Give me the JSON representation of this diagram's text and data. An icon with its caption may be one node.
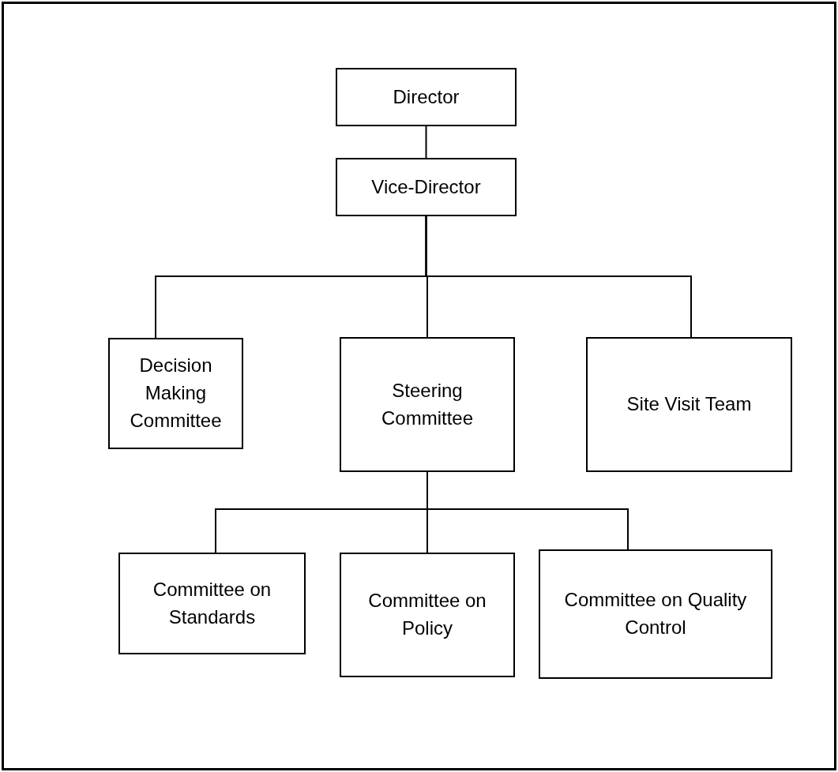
{
  "diagram": {
    "nodes": [
      {
        "text": [
          "Director"
        ]
      },
      {
        "text": [
          "Vice-Director"
        ]
      },
      {
        "text": [
          "Decision Making Committee"
        ]
      },
      {
        "text": [
          "Steering Committee"
        ]
      },
      {
        "text": [
          "Site Visit Team"
        ]
      },
      {
        "text": [
          "Committee on Standards"
        ]
      },
      {
        "text": [
          "Committee on Policy"
        ]
      },
      {
        "text": [
          "Committee on Quality Control"
        ]
      }
    ],
    "edges": [
      {
        "from": 0,
        "to": 1,
        "arrow": "none"
      },
      {
        "from": 1,
        "to": 2,
        "arrow": "none"
      },
      {
        "from": 1,
        "to": 3,
        "arrow": "none"
      },
      {
        "from": 1,
        "to": 4,
        "arrow": "none"
      },
      {
        "from": 3,
        "to": 5,
        "arrow": "none"
      },
      {
        "from": 3,
        "to": 6,
        "arrow": "none"
      },
      {
        "from": 3,
        "to": 7,
        "arrow": "none"
      }
    ]
  }
}
